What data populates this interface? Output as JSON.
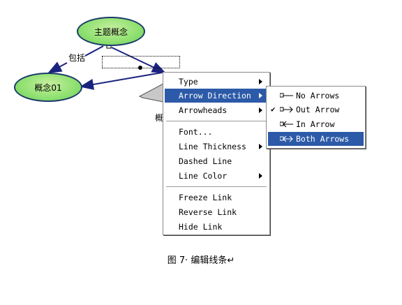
{
  "diagram": {
    "main_node": "主题概念",
    "child_node": "概念01",
    "link_label": "包括",
    "partial_label": "概"
  },
  "context_menu": {
    "items": [
      {
        "label": "Type",
        "has_submenu": true
      },
      {
        "label": "Arrow Direction",
        "has_submenu": true,
        "highlighted": true
      },
      {
        "label": "Arrowheads",
        "has_submenu": true
      },
      {
        "label": "Font..."
      },
      {
        "label": "Line Thickness",
        "has_submenu": true
      },
      {
        "label": "Dashed Line"
      },
      {
        "label": "Line Color",
        "has_submenu": true
      },
      {
        "label": "Freeze Link"
      },
      {
        "label": "Reverse Link"
      },
      {
        "label": "Hide Link"
      }
    ]
  },
  "submenu": {
    "items": [
      {
        "label": "No Arrows",
        "icon": "no-arrows-icon"
      },
      {
        "label": "Out Arrow",
        "icon": "out-arrow-icon",
        "checked": true
      },
      {
        "label": "In Arrow",
        "icon": "in-arrow-icon"
      },
      {
        "label": "Both Arrows",
        "icon": "both-arrows-icon",
        "highlighted": true
      }
    ]
  },
  "caption": "图 7· 编辑线条↵",
  "colors": {
    "menu_highlight": "#2c5aa8",
    "link_line": "#1a237e",
    "node_fill": "#8ee070"
  }
}
